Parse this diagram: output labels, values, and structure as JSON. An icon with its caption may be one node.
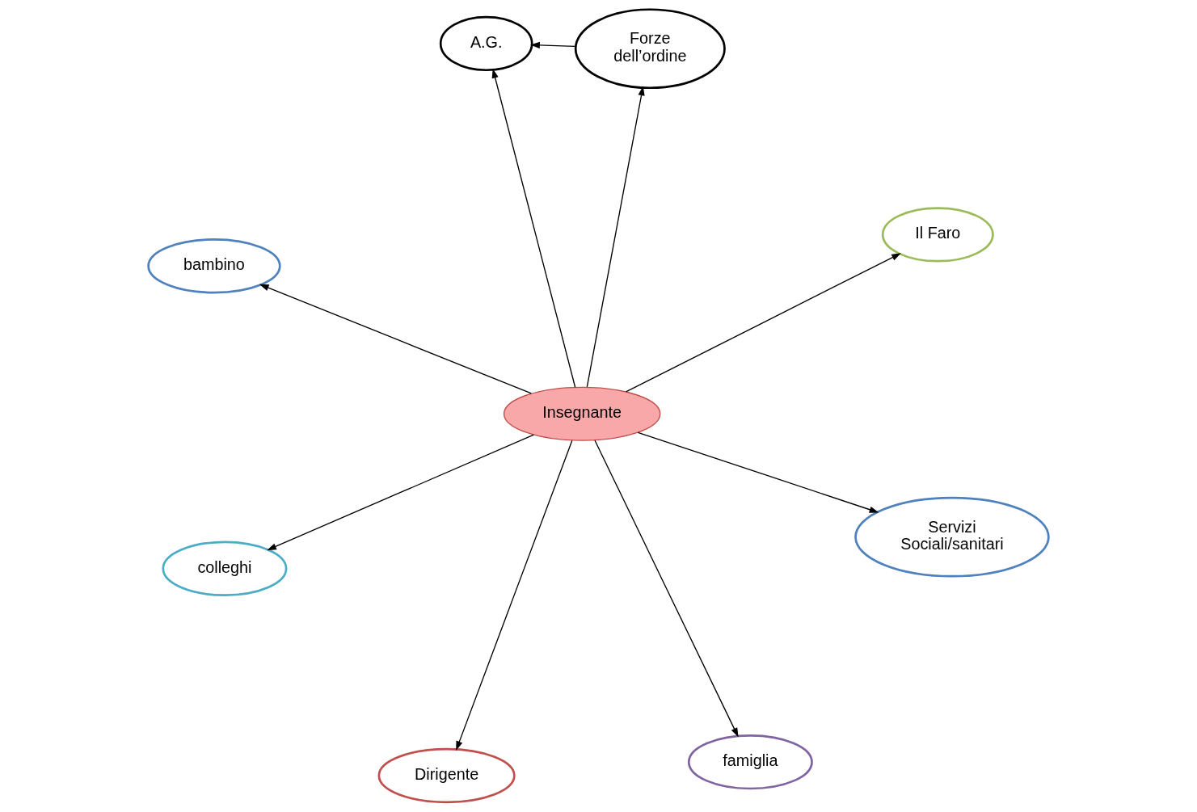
{
  "diagram": {
    "nodes": [
      {
        "text": [
          "bambino"
        ]
      },
      {
        "text": [
          "Il Faro"
        ]
      },
      {
        "text": [
          "famiglia"
        ]
      },
      {
        "text": [
          "A.G."
        ]
      },
      {
        "text": [
          "Insegnante"
        ]
      },
      {
        "text": [
          "Forze dell’ordine"
        ]
      },
      {
        "text": [
          "colleghi"
        ]
      },
      {
        "text": [
          "Servizi Sociali/sanitari"
        ]
      },
      {
        "text": [
          "Dirigente"
        ]
      }
    ],
    "edges": [
      {
        "from": 4,
        "to": 0,
        "arrow": "to"
      },
      {
        "from": 4,
        "to": 1,
        "arrow": "to"
      },
      {
        "from": 4,
        "to": 2,
        "arrow": "to"
      },
      {
        "from": 4,
        "to": 3,
        "arrow": "to"
      },
      {
        "from": 5,
        "to": 3,
        "arrow": "to"
      },
      {
        "from": 4,
        "to": 5,
        "arrow": "to"
      },
      {
        "from": 4,
        "to": 6,
        "arrow": "to"
      },
      {
        "from": 4,
        "to": 7,
        "arrow": "to"
      },
      {
        "from": 4,
        "to": 8,
        "arrow": "to"
      }
    ]
  }
}
